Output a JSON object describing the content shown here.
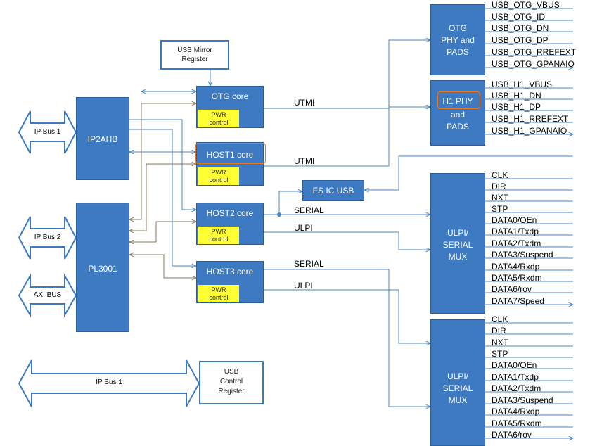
{
  "blocks": {
    "usb_mirror": "USB Mirror\nRegister",
    "otg_core": "OTG core",
    "host1_core": "HOST1 core",
    "host2_core": "HOST2 core",
    "host3_core": "HOST3 core",
    "pwr": "PWR\ncontrol",
    "ip2ahb": "IP2AHB",
    "pl3001": "PL3001",
    "fsic_usb": "FS IC USB",
    "otg_phy": "OTG\nPHY and\nPADS",
    "h1_phy_top": "H1 PHY",
    "h1_phy_bottom": "and\nPADS",
    "ulpi_mux": "ULPI/\nSERIAL\nMUX",
    "usb_control": "USB\nControl\nRegister"
  },
  "buses": {
    "ip_bus_1_top": "IP Bus 1",
    "ip_bus_2": "IP Bus 2",
    "axi_bus": "AXI BUS",
    "ip_bus_1_bottom": "IP Bus 1"
  },
  "wire_labels": {
    "utmi_1": "UTMI",
    "utmi_2": "UTMI",
    "serial_1": "SERIAL",
    "ulpi_1": "ULPI",
    "serial_2": "SERIAL",
    "ulpi_2": "ULPI"
  },
  "otg_signals": [
    "USB_OTG_VBUS",
    "USB_OTG_ID",
    "USB_OTG_DN",
    "USB_OTG_DP",
    "USB_OTG_RREFEXT",
    "USB_OTG_GPANAIO"
  ],
  "h1_signals": [
    "USB_H1_VBUS",
    "USB_H1_DN",
    "USB_H1_DP",
    "USB_H1_RREFEXT",
    "USB_H1_GPANAIO"
  ],
  "mux1_signals": [
    "CLK",
    "DIR",
    "NXT",
    "STP",
    "DATA0/OEn",
    "DATA1/Txdp",
    "DATA2/Txdm",
    "DATA3/Suspend",
    "DATA4/Rxdp",
    "DATA5/Rxdm",
    "DATA6/rov",
    "DATA7/Speed"
  ],
  "mux2_signals": [
    "CLK",
    "DIR",
    "NXT",
    "STP",
    "DATA0/OEn",
    "DATA1/Txdp",
    "DATA2/Txdm",
    "DATA3/Suspend",
    "DATA4/Rxdp",
    "DATA5/Rxdm",
    "DATA6/rov"
  ],
  "colors": {
    "block": "#3d7ac2",
    "pwr": "#ffff33",
    "highlight": "#e87722",
    "wire": "#4a86c5",
    "bus_wire": "#8a7a60"
  }
}
